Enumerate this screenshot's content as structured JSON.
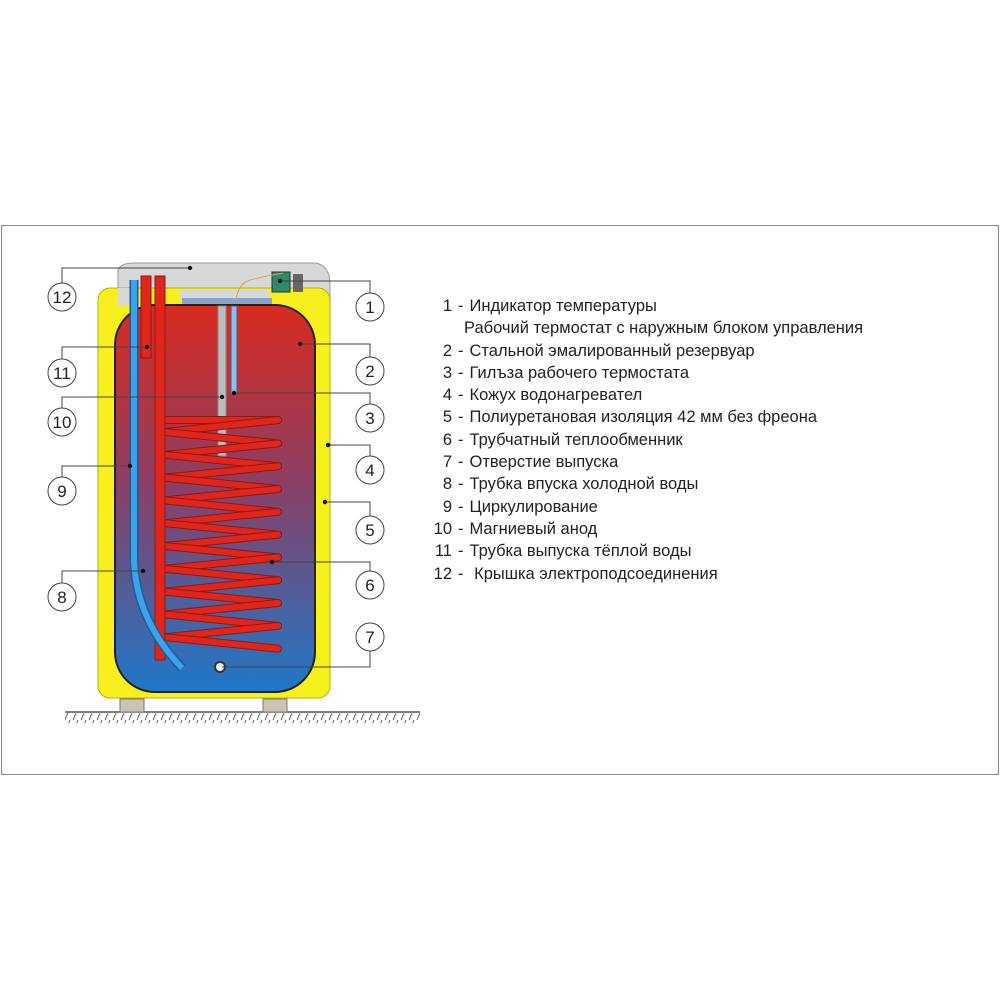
{
  "callouts": {
    "c1": "1",
    "c2": "2",
    "c3": "3",
    "c4": "4",
    "c5": "5",
    "c6": "6",
    "c7": "7",
    "c8": "8",
    "c9": "9",
    "c10": "10",
    "c11": "11",
    "c12": "12"
  },
  "legend": {
    "separator": "-",
    "items": [
      {
        "num": "1",
        "text": "Индикатор температуры",
        "cont": "Рабочий термостат с наружным блоком управления"
      },
      {
        "num": "2",
        "text": "Стальной эмалированный резервуар"
      },
      {
        "num": "3",
        "text": "Гилъза рабочего термостата"
      },
      {
        "num": "4",
        "text": "Кожух водонагревател"
      },
      {
        "num": "5",
        "text": "Полиуретановая изоляция 42 мм без фреона"
      },
      {
        "num": "6",
        "text": "Трубчатный теплообменник"
      },
      {
        "num": "7",
        "text": "Отверстие выпуска"
      },
      {
        "num": "8",
        "text": "Трубка впуска холодной воды"
      },
      {
        "num": "9",
        "text": "Циркулирование"
      },
      {
        "num": "10",
        "text": "Магниевый анод"
      },
      {
        "num": "11",
        "text": "Трубка выпуска тёплой воды"
      },
      {
        "num": "12",
        "text": " Крышка электроподсоединения"
      }
    ]
  },
  "colors": {
    "casing": "#f7f01e",
    "hot": "#d92b1f",
    "cold": "#2f78c0",
    "coil": "#e0261c",
    "frame": "#8a8a8a"
  }
}
